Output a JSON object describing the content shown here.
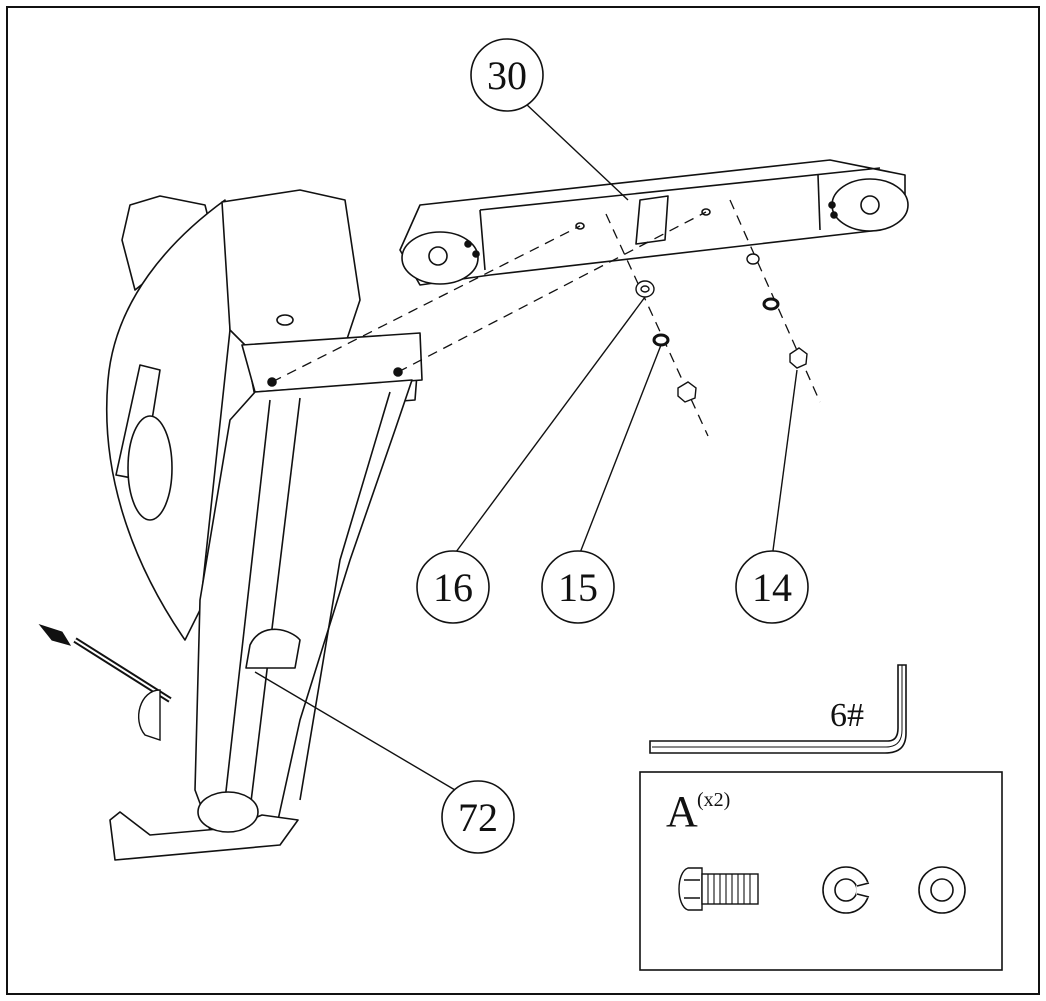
{
  "callouts": {
    "part_30": "30",
    "part_16": "16",
    "part_15": "15",
    "part_14": "14",
    "part_72": "72"
  },
  "tool": {
    "wrench_label": "6#"
  },
  "hardware_kit": {
    "letter": "A",
    "quantity": "(x2)"
  }
}
